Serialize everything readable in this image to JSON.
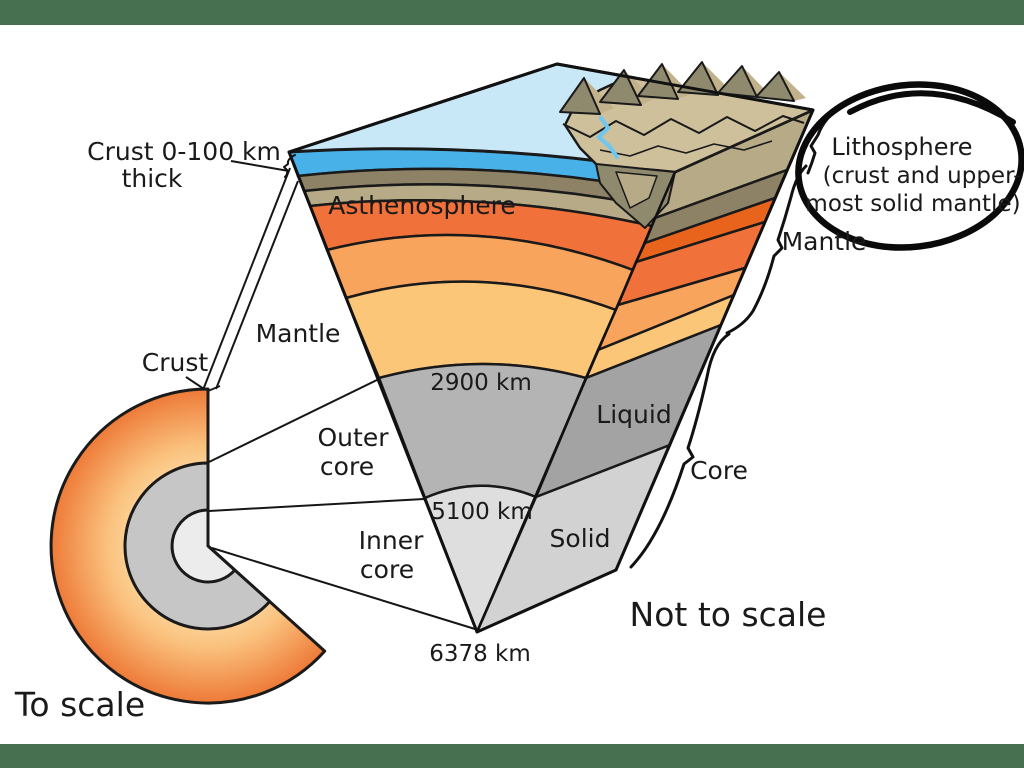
{
  "labels": {
    "crust_callout_line1": "Crust 0-100 km",
    "crust_callout_line2": "thick",
    "asthenosphere": "Asthenosphere",
    "mantle_left": "Mantle",
    "crust_scale": "Crust",
    "outer_core_line1": "Outer",
    "outer_core_line2": "core",
    "inner_core_line1": "Inner",
    "inner_core_line2": "core",
    "depth_mantle_core": "2900 km",
    "depth_outer_inner": "5100 km",
    "depth_center": "6378 km",
    "outer_core_state": "Liquid",
    "inner_core_state": "Solid",
    "core_right": "Core",
    "mantle_right": "Mantle",
    "lithosphere_line1": "Lithosphere",
    "lithosphere_line2": "(crust and upper-",
    "lithosphere_line3": "most solid mantle)",
    "not_to_scale": "Not to scale",
    "to_scale": "To scale"
  },
  "colors": {
    "bar_green": "#477050",
    "background": "#ffffff",
    "outline": "#1a1a1a",
    "water_light": "#c9e8f7",
    "ocean_strip": "#47b1e8",
    "crust_olive": "#8d8166",
    "crust_tan": "#b7aa87",
    "terrain_tan": "#cfc09c",
    "terrain_tan_dark": "#c2b28c",
    "terrain_shadow": "#8f8a6e",
    "river_blue": "#6ec6f2",
    "dark_orange": "#e8641c",
    "asthenosphere_orange": "#f0713a",
    "mid_orange": "#f8a45c",
    "mantle_yellow": "#fcc678",
    "outer_core_gray": "#b4b4b4",
    "inner_core_gray": "#dedede",
    "liquid_gray": "#a3a3a3",
    "solid_gray": "#d2d2d2",
    "scale_orange_outer": "#ee7a38",
    "scale_orange_inner": "#fdd9a0",
    "scale_outer_core": "#c6c6c6",
    "scale_inner_core": "#ececec"
  }
}
